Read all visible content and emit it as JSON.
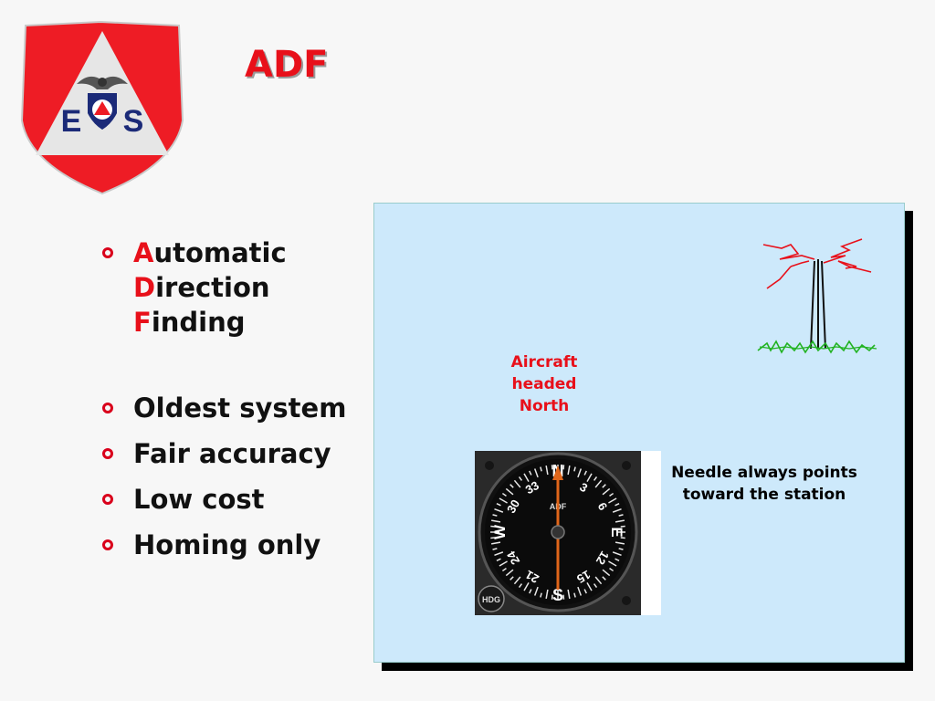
{
  "logo": {
    "letter_left": "E",
    "letter_right": "S"
  },
  "title": "ADF",
  "bullets": {
    "item1": {
      "line1_initial": "A",
      "line1_rest": "utomatic",
      "line2_initial": "D",
      "line2_rest": "irection",
      "line3_initial": "F",
      "line3_rest": "inding"
    },
    "item2": "Oldest system",
    "item3": "Fair accuracy",
    "item4": "Low cost",
    "item5": "Homing only"
  },
  "panel": {
    "aircraft_label": [
      "Aircraft",
      "headed",
      "North"
    ],
    "needle_label": [
      "Needle always points",
      "toward the station"
    ],
    "instrument": {
      "top_mark": "N",
      "bottom_mark": "S",
      "left_mark": "W",
      "right_mark": "E",
      "center_label": "ADF",
      "heading_button": "HDG",
      "numbers": [
        "3",
        "6",
        "12",
        "15",
        "21",
        "24",
        "30",
        "33"
      ]
    }
  },
  "colors": {
    "accent_red": "#e8101a",
    "panel_blue": "#cde9fb",
    "logo_navy": "#1b2a78"
  }
}
